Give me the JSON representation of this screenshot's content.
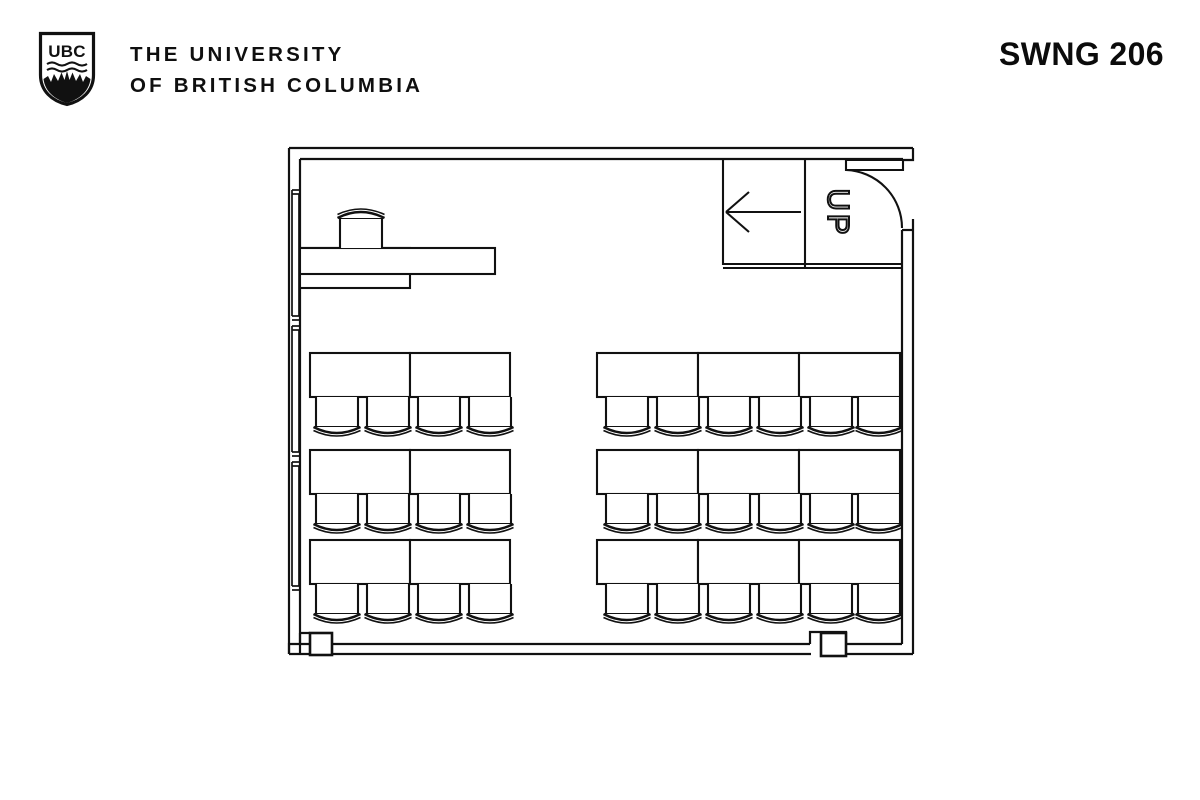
{
  "header": {
    "logo_icon": "ubc-crest-icon",
    "wordmark_line1": "THE UNIVERSITY",
    "wordmark_line2": "OF BRITISH COLUMBIA",
    "room_code": "SWNG 206"
  },
  "plan": {
    "title": "SWNG 206",
    "line_color": "#1a1a1a",
    "fill_color": "#ffffff",
    "stair": {
      "up_label": "UP",
      "direction_icon": "arrow-left-icon"
    },
    "door": {
      "icon": "door-swing-icon"
    },
    "podium": {
      "label": "",
      "chair_icon": "chair-icon"
    },
    "seating": {
      "left_block": {
        "rows": 3,
        "tables_per_row": 2,
        "chairs_per_row": 4
      },
      "right_block": {
        "rows": 3,
        "tables_per_row": 3,
        "chairs_per_row": 6
      },
      "total_chairs": 30
    },
    "columns": [
      {
        "name": "column-left"
      },
      {
        "name": "column-right"
      }
    ],
    "windows": [
      {
        "name": "window-left-upper"
      },
      {
        "name": "window-left-middle"
      },
      {
        "name": "window-left-lower"
      }
    ]
  }
}
